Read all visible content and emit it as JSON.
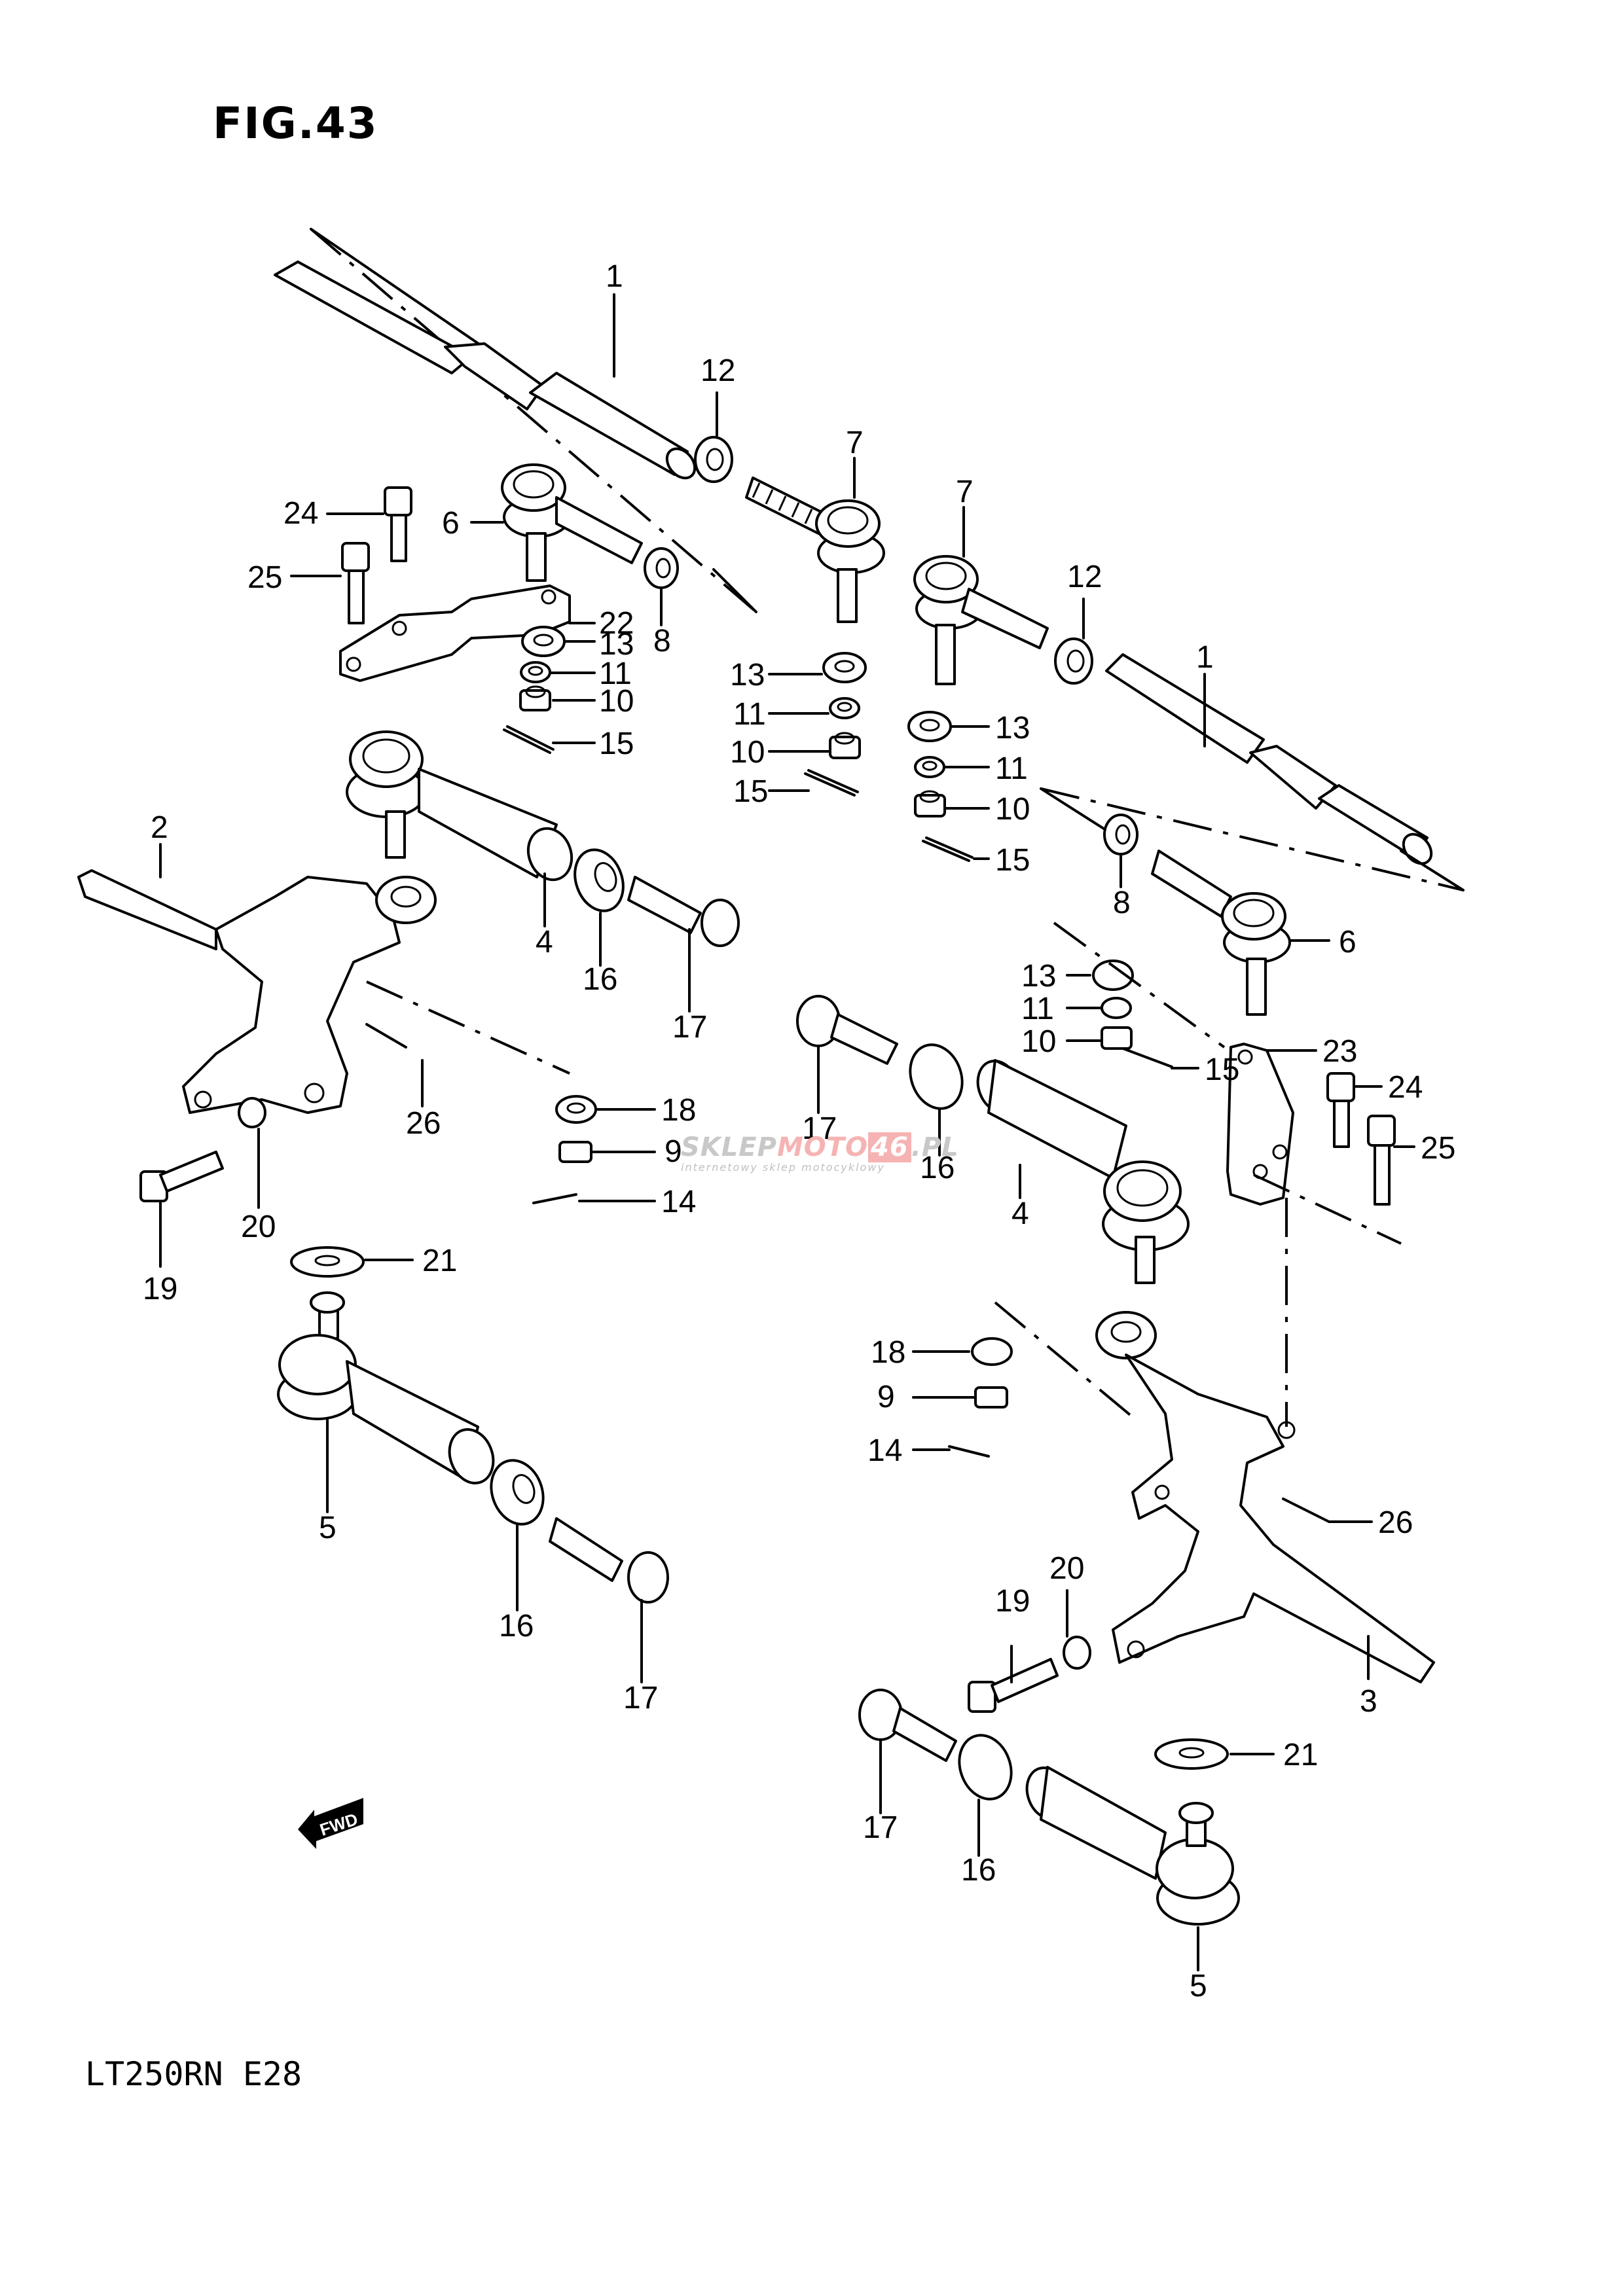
{
  "figure": {
    "title": "FIG.43",
    "model_code": "LT250RN E28"
  },
  "watermark": {
    "brand_part1": "SKLEP",
    "brand_part2": "MOTO",
    "brand_part3": "46",
    "brand_part4": ".PL",
    "tagline": "internetowy sklep motocyklowy",
    "colors": {
      "gray": "#c8c8c8",
      "red": "#f6b3b3"
    }
  },
  "fwd_indicator": {
    "label": "FWD",
    "direction": "left"
  },
  "callouts": [
    {
      "id": "c1a",
      "number": "1"
    },
    {
      "id": "c1b",
      "number": "1"
    },
    {
      "id": "c2",
      "number": "2"
    },
    {
      "id": "c3",
      "number": "3"
    },
    {
      "id": "c4a",
      "number": "4"
    },
    {
      "id": "c4b",
      "number": "4"
    },
    {
      "id": "c5a",
      "number": "5"
    },
    {
      "id": "c5b",
      "number": "5"
    },
    {
      "id": "c6a",
      "number": "6"
    },
    {
      "id": "c6b",
      "number": "6"
    },
    {
      "id": "c7a",
      "number": "7"
    },
    {
      "id": "c7b",
      "number": "7"
    },
    {
      "id": "c8a",
      "number": "8"
    },
    {
      "id": "c8b",
      "number": "8"
    },
    {
      "id": "c9a",
      "number": "9"
    },
    {
      "id": "c9b",
      "number": "9"
    },
    {
      "id": "c10a",
      "number": "10"
    },
    {
      "id": "c10b",
      "number": "10"
    },
    {
      "id": "c10c",
      "number": "10"
    },
    {
      "id": "c10d",
      "number": "10"
    },
    {
      "id": "c11a",
      "number": "11"
    },
    {
      "id": "c11b",
      "number": "11"
    },
    {
      "id": "c11c",
      "number": "11"
    },
    {
      "id": "c11d",
      "number": "11"
    },
    {
      "id": "c12a",
      "number": "12"
    },
    {
      "id": "c12b",
      "number": "12"
    },
    {
      "id": "c13a",
      "number": "13"
    },
    {
      "id": "c13b",
      "number": "13"
    },
    {
      "id": "c13c",
      "number": "13"
    },
    {
      "id": "c13d",
      "number": "13"
    },
    {
      "id": "c14a",
      "number": "14"
    },
    {
      "id": "c14b",
      "number": "14"
    },
    {
      "id": "c15a",
      "number": "15"
    },
    {
      "id": "c15b",
      "number": "15"
    },
    {
      "id": "c15c",
      "number": "15"
    },
    {
      "id": "c15d",
      "number": "15"
    },
    {
      "id": "c16a",
      "number": "16"
    },
    {
      "id": "c16b",
      "number": "16"
    },
    {
      "id": "c16c",
      "number": "16"
    },
    {
      "id": "c16d",
      "number": "16"
    },
    {
      "id": "c17a",
      "number": "17"
    },
    {
      "id": "c17b",
      "number": "17"
    },
    {
      "id": "c17c",
      "number": "17"
    },
    {
      "id": "c17d",
      "number": "17"
    },
    {
      "id": "c18a",
      "number": "18"
    },
    {
      "id": "c18b",
      "number": "18"
    },
    {
      "id": "c19a",
      "number": "19"
    },
    {
      "id": "c19b",
      "number": "19"
    },
    {
      "id": "c20a",
      "number": "20"
    },
    {
      "id": "c20b",
      "number": "20"
    },
    {
      "id": "c21a",
      "number": "21"
    },
    {
      "id": "c21b",
      "number": "21"
    },
    {
      "id": "c22",
      "number": "22"
    },
    {
      "id": "c23",
      "number": "23"
    },
    {
      "id": "c24a",
      "number": "24"
    },
    {
      "id": "c24b",
      "number": "24"
    },
    {
      "id": "c25a",
      "number": "25"
    },
    {
      "id": "c25b",
      "number": "25"
    },
    {
      "id": "c26a",
      "number": "26"
    },
    {
      "id": "c26b",
      "number": "26"
    }
  ]
}
